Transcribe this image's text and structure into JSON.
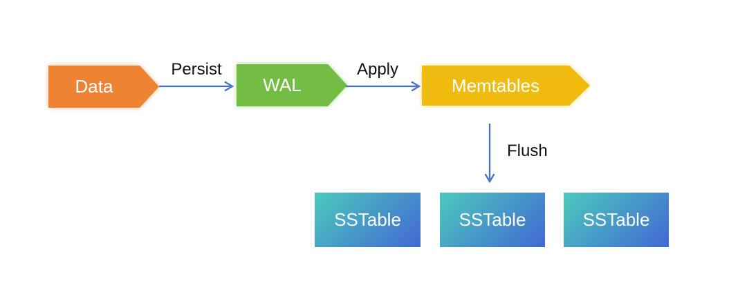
{
  "nodes": {
    "data": {
      "label": "Data",
      "color": "#ED8333"
    },
    "wal": {
      "label": "WAL",
      "color": "#74BD44"
    },
    "memtables": {
      "label": "Memtables",
      "color": "#EFBB0F"
    }
  },
  "edges": {
    "persist": {
      "label": "Persist"
    },
    "apply": {
      "label": "Apply"
    },
    "flush": {
      "label": "Flush"
    }
  },
  "sstables": [
    {
      "label": "SSTable"
    },
    {
      "label": "SSTable"
    },
    {
      "label": "SSTable"
    }
  ],
  "colors": {
    "background": "#FFFFFF",
    "arrow": "#4472C4",
    "node_data": "#ED8333",
    "node_wal": "#74BD44",
    "node_memtables": "#EFBB0F",
    "sstable_gradient_start": "#4BCABC",
    "sstable_gradient_end": "#4368D4",
    "shape_text": "#FFFFFF",
    "edge_label_text": "#111111"
  }
}
